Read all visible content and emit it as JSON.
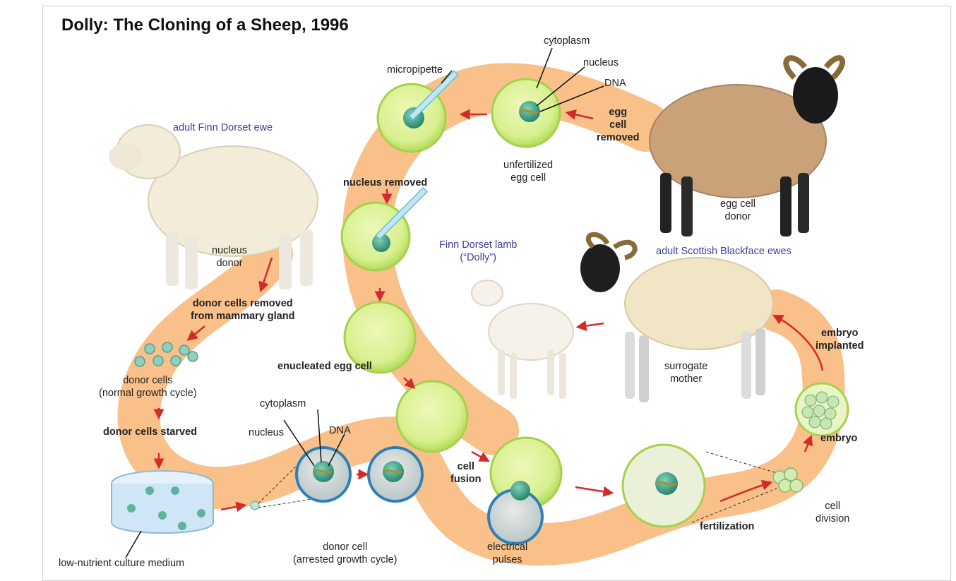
{
  "title": "Dolly: The Cloning of a Sheep, 1996",
  "labels": {
    "adult_finn_dorset_ewe": "adult Finn Dorset ewe",
    "nucleus_donor": "nucleus\ndonor",
    "donor_cells_removed": "donor cells removed\nfrom mammary gland",
    "donor_cells": "donor cells\n(normal growth cycle)",
    "donor_cells_starved": "donor cells starved",
    "culture_medium": "low-nutrient culture medium",
    "cytoplasm_bottom": "cytoplasm",
    "nucleus_bottom": "nucleus",
    "dna_bottom": "DNA",
    "donor_cell_arrested": "donor cell\n(arrested growth cycle)",
    "micropipette": "micropipette",
    "cytoplasm_top": "cytoplasm",
    "nucleus_top": "nucleus",
    "dna_top": "DNA",
    "egg_cell_removed": "egg\ncell\nremoved",
    "unfertilized_egg_cell": "unfertilized\negg cell",
    "nucleus_removed": "nucleus removed",
    "enucleated_egg_cell": "enucleated egg cell",
    "cell_fusion": "cell\nfusion",
    "electrical_pulses": "electrical\npulses",
    "egg_cell_donor": "egg cell\ndonor",
    "finn_dorset_lamb": "Finn Dorset lamb\n(“Dolly”)",
    "adult_scottish_blackface_ewes": "adult Scottish Blackface ewes",
    "surrogate_mother": "surrogate\nmother",
    "embryo_implanted": "embryo\nimplanted",
    "embryo": "embryo",
    "cell_division": "cell\ndivision",
    "fertilization": "fertilization"
  },
  "colors": {
    "path": "#f9c08a",
    "cell_fill": "#d8f090",
    "cell_rim": "#a6d14c",
    "nucleus": "#3aa086",
    "arrow": "#d32a2a",
    "blue_label": "#3a3f9a",
    "wool_white": "#f3ecd8",
    "wool_brown": "#c9a27a"
  }
}
